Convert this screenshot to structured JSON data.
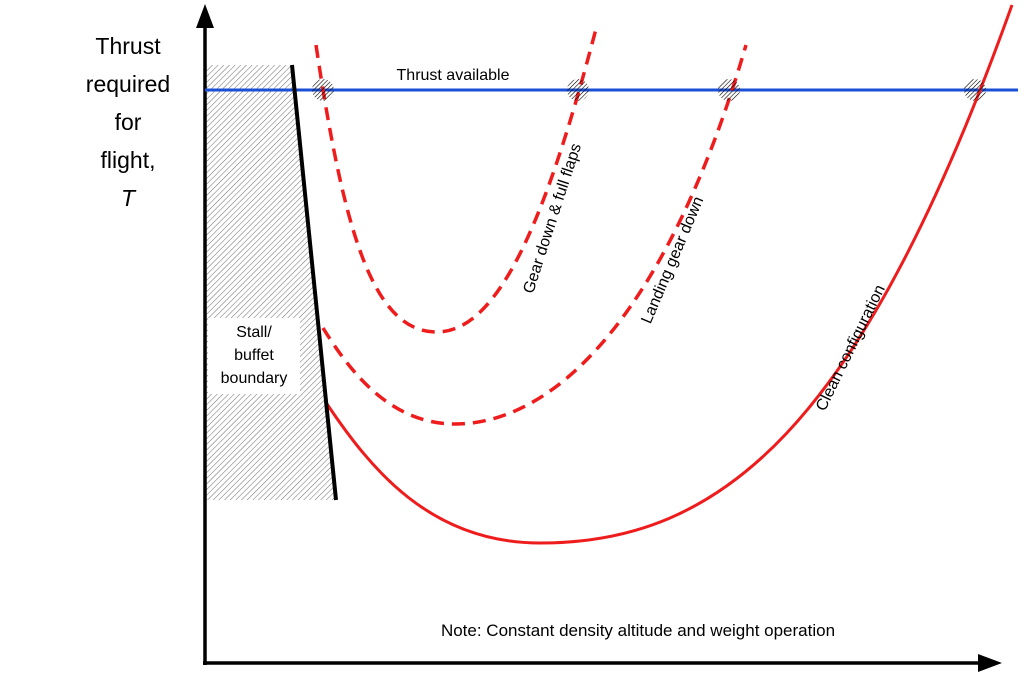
{
  "y_axis_label": {
    "lines": [
      "Thrust",
      "required",
      "for",
      "flight,"
    ],
    "symbol": "T"
  },
  "thrust_available_label": "Thrust available",
  "stall_boundary_label": {
    "lines": [
      "Stall/",
      "buffet",
      "boundary"
    ]
  },
  "curve_labels": {
    "gear_flaps": "Gear down & full flaps",
    "landing_gear": "Landing gear down",
    "clean": "Clean configuration"
  },
  "note": "Note: Constant density altitude and weight operation",
  "colors": {
    "axis": "#000000",
    "thrust_available": "#1a4fd6",
    "thrust_required": "#ee1c1c",
    "boundary_line": "#000000",
    "hatch": "#777777"
  }
}
